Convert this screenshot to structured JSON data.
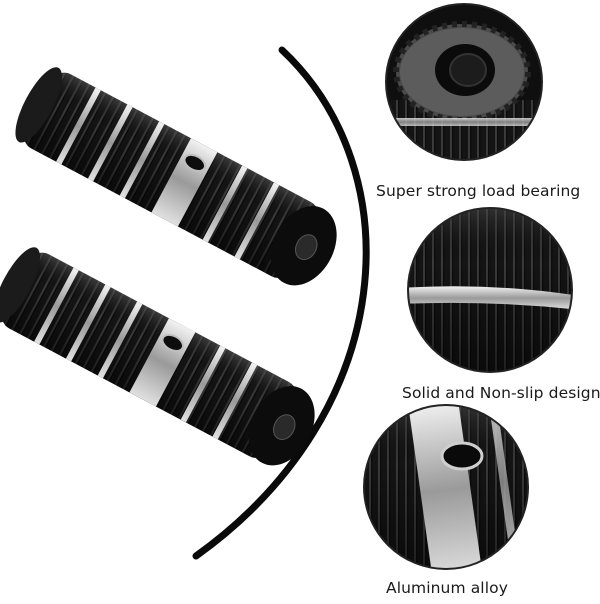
{
  "captions": {
    "load_bearing": "Super strong load bearing",
    "non_slip": "Solid and Non-slip design",
    "material": "Aluminum alloy"
  },
  "colors": {
    "background": "#ffffff",
    "product": "#111111",
    "metal_highlight": "#c9c9c9",
    "divider_arc": "#0a0a0a"
  },
  "product_count": 2,
  "detail_views": [
    "end-cap-threaded-hole",
    "knurled-grooves",
    "side-bolt-hole"
  ]
}
